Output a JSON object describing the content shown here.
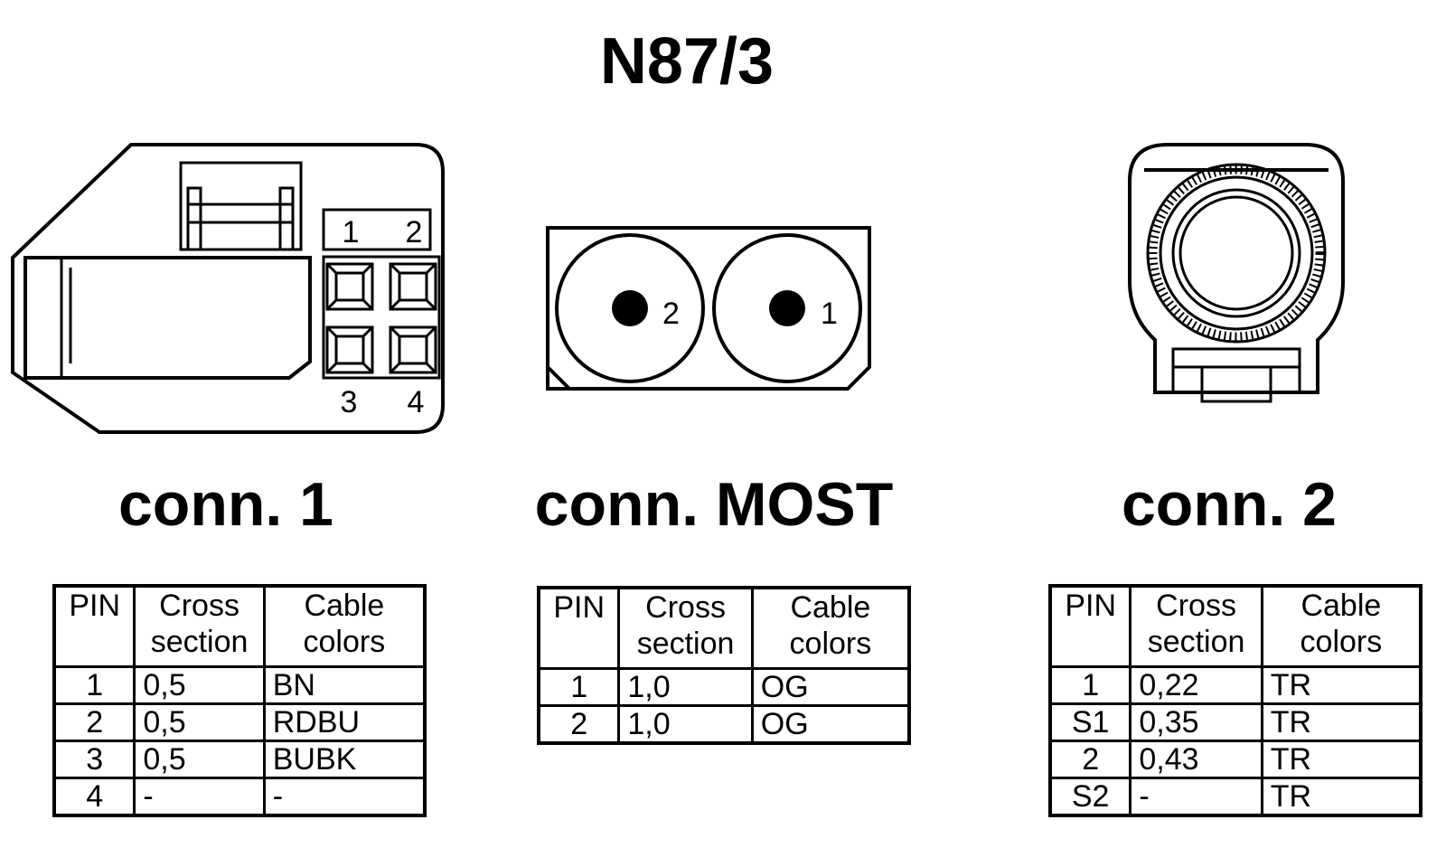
{
  "title": "N87/3",
  "connectors": [
    {
      "label": "conn. 1",
      "pin_numbers": [
        "1",
        "2",
        "3",
        "4"
      ],
      "table": {
        "headers": [
          "PIN",
          "Cross section",
          "Cable colors"
        ],
        "rows": [
          [
            "1",
            "0,5",
            "BN"
          ],
          [
            "2",
            "0,5",
            "RDBU"
          ],
          [
            "3",
            "0,5",
            "BUBK"
          ],
          [
            "4",
            "-",
            "-"
          ]
        ]
      }
    },
    {
      "label": "conn. MOST",
      "pin_numbers": [
        "2",
        "1"
      ],
      "table": {
        "headers": [
          "PIN",
          "Cross section",
          "Cable colors"
        ],
        "rows": [
          [
            "1",
            "1,0",
            "OG"
          ],
          [
            "2",
            "1,0",
            "OG"
          ]
        ]
      }
    },
    {
      "label": "conn. 2",
      "table": {
        "headers": [
          "PIN",
          "Cross section",
          "Cable colors"
        ],
        "rows": [
          [
            "1",
            "0,22",
            "TR"
          ],
          [
            "S1",
            "0,35",
            "TR"
          ],
          [
            "2",
            "0,43",
            "TR"
          ],
          [
            "S2",
            "-",
            "TR"
          ]
        ]
      }
    }
  ]
}
